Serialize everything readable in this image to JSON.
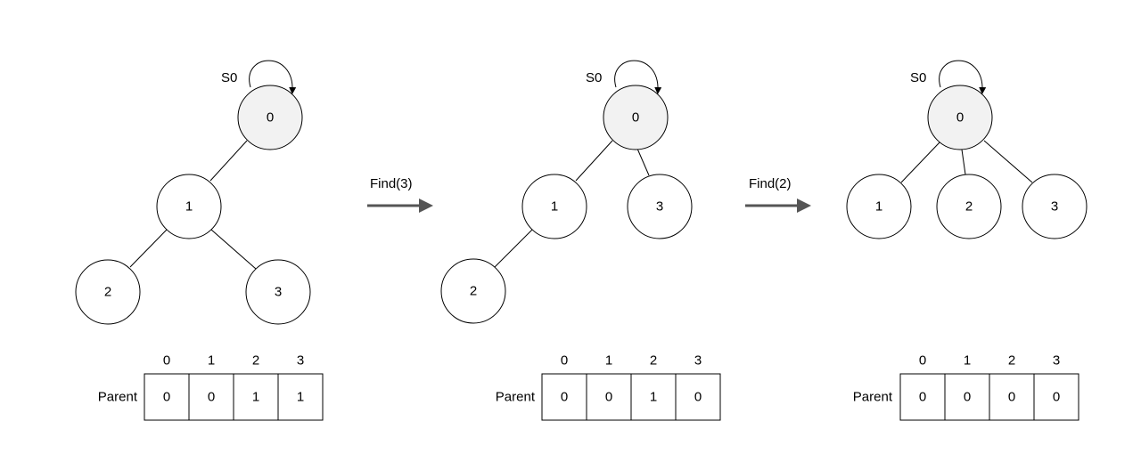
{
  "panels": [
    {
      "root_label": "S0",
      "nodes": [
        "0",
        "1",
        "2",
        "3"
      ],
      "table": {
        "row_label": "Parent",
        "indices": [
          "0",
          "1",
          "2",
          "3"
        ],
        "values": [
          "0",
          "0",
          "1",
          "1"
        ]
      }
    },
    {
      "root_label": "S0",
      "nodes": [
        "0",
        "1",
        "2",
        "3"
      ],
      "table": {
        "row_label": "Parent",
        "indices": [
          "0",
          "1",
          "2",
          "3"
        ],
        "values": [
          "0",
          "0",
          "1",
          "0"
        ]
      }
    },
    {
      "root_label": "S0",
      "nodes": [
        "0",
        "1",
        "2",
        "3"
      ],
      "table": {
        "row_label": "Parent",
        "indices": [
          "0",
          "1",
          "2",
          "3"
        ],
        "values": [
          "0",
          "0",
          "0",
          "0"
        ]
      }
    }
  ],
  "transitions": [
    {
      "label": "Find(3)"
    },
    {
      "label": "Find(2)"
    }
  ],
  "colors": {
    "root_fill": "#f2f2f2",
    "arrow": "#555555"
  }
}
